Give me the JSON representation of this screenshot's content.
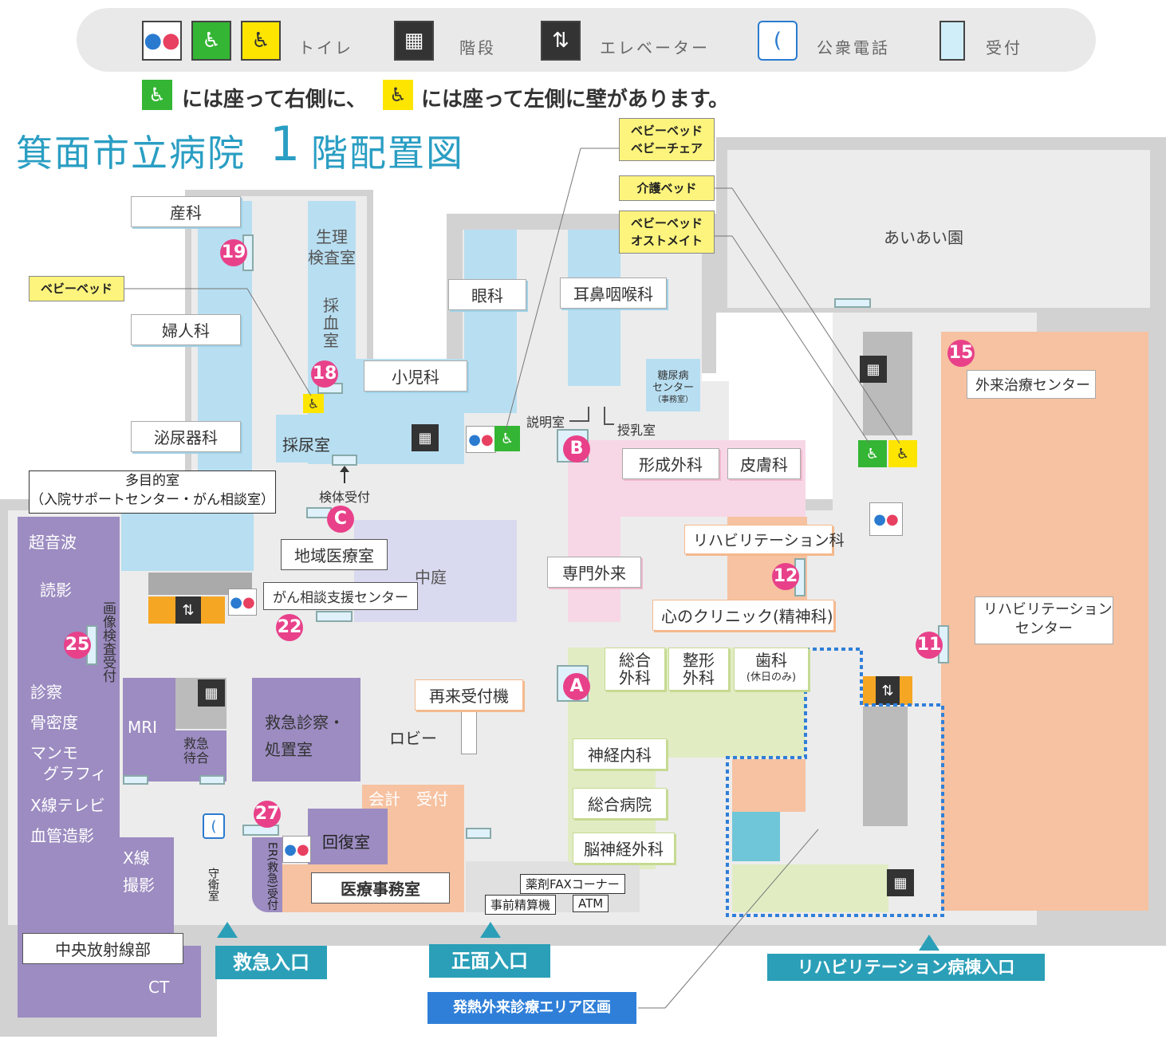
{
  "legend": {
    "toilet_label": "トイレ",
    "stairs_label": "階段",
    "elevator_label": "エレベーター",
    "phone_label": "公衆電話",
    "reception_label": "受付"
  },
  "note": {
    "part1": "には座って右側に、",
    "part2": "には座って左側に壁があります。"
  },
  "title": "箕面市立病院",
  "floor": "1",
  "title_suffix": "階配置図",
  "callouts": {
    "baby_bed_chair_1": "ベビーベッド",
    "baby_bed_chair_2": "ベビーチェア",
    "care_bed": "介護ベッド",
    "baby_ostomate_1": "ベビーベッド",
    "baby_ostomate_2": "オストメイト",
    "baby_bed_left": "ベビーベッド",
    "fever_area": "発熱外来診療エリア区画"
  },
  "rooms": {
    "obstetrics": "産科",
    "physiology": "生理\n検査室",
    "blood": "採\n血\n室",
    "gynecology": "婦人科",
    "pediatrics": "小児科",
    "ophthalmology": "眼科",
    "ent": "耳鼻咽喉科",
    "diabetes_1": "糖尿病",
    "diabetes_2": "センター",
    "diabetes_3": "（事務室）",
    "aiai": "あいあい園",
    "urology": "泌尿器科",
    "urine": "採尿室",
    "explain": "説明室",
    "nursing": "授乳室",
    "multi_1": "多目的室",
    "multi_2": "（入院サポートセンター・がん相談室）",
    "specimen": "検体受付",
    "plastic": "形成外科",
    "derma": "皮膚科",
    "outpatient_center": "外来治療センター",
    "rehab_dept": "リハビリテーション科",
    "community": "地域医療室",
    "courtyard": "中庭",
    "specialist": "専門外来",
    "cancer_support": "がん相談支援センター",
    "kokoro": "心のクリニック(精神科)",
    "rehab_center_1": "リハビリテーション",
    "rehab_center_2": "センター",
    "ultrasound": "超音波",
    "reading": "読影",
    "imaging_reception": "画像検査受付",
    "exam": "診察",
    "bone": "骨密度",
    "mammo_1": "マンモ",
    "mammo_2": "グラフィ",
    "xray_tv": "X線テレビ",
    "angio": "血管造影",
    "xray_1": "X線",
    "xray_2": "撮影",
    "central_radiology": "中央放射線部",
    "ct": "CT",
    "mri": "MRI",
    "emergency_wait": "救急\n待合",
    "emergency_room_1": "救急診察・",
    "emergency_room_2": "処置室",
    "reentry": "再来受付機",
    "lobby": "ロビー",
    "general_surgery": "総合\n外科",
    "orthopedics": "整形\n外科",
    "dental_1": "歯科",
    "dental_2": "(休日のみ)",
    "neurology": "神経内科",
    "general_medicine": "総合病院",
    "neurosurgery": "脳神経外科",
    "accounting": "会計　受付",
    "recovery": "回復室",
    "medical_office": "医療事務室",
    "er": "ER(救急)受付",
    "guard": "守衛室",
    "pharmacy_fax": "薬剤FAXコーナー",
    "pre_payment": "事前精算機",
    "atm": "ATM"
  },
  "markers": {
    "n19": "19",
    "n18": "18",
    "n22": "22",
    "n25": "25",
    "n27": "27",
    "n15": "15",
    "n12": "12",
    "n11": "11",
    "A": "A",
    "B": "B",
    "C": "C"
  },
  "entrances": {
    "emergency": "救急入口",
    "main": "正面入口",
    "rehab_ward": "リハビリテーション病棟入口"
  },
  "colors": {
    "title": "#2a9ec3",
    "marker": "#e8418a",
    "entrance": "#2b9fb8",
    "fever": "#2f7fd8"
  }
}
